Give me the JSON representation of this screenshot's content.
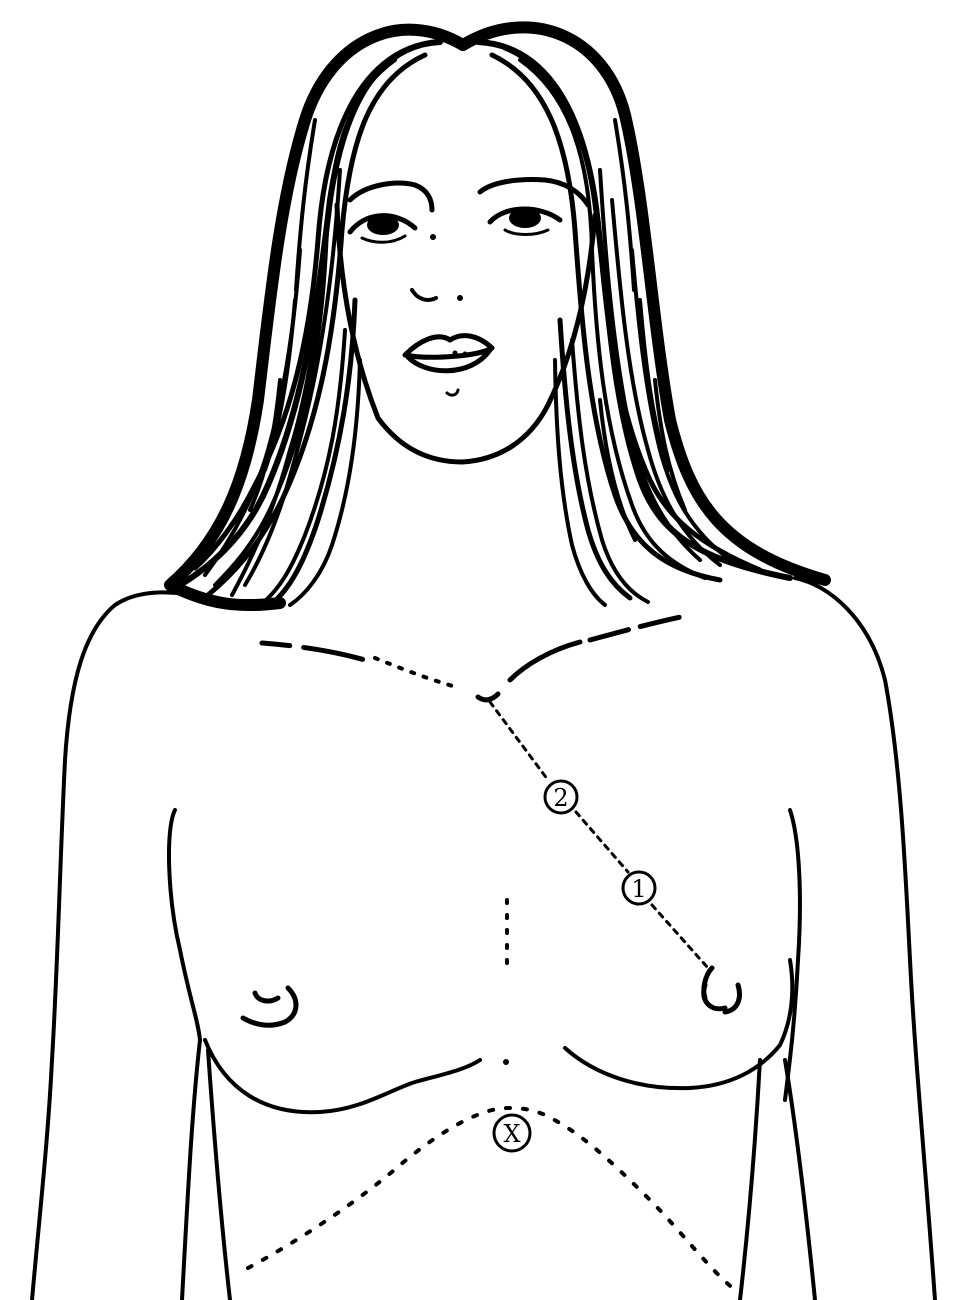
{
  "labels": {
    "point_1": "1",
    "point_2": "2",
    "point_x": "X"
  },
  "colors": {
    "ink": "#000000",
    "paper": "#ffffff"
  }
}
